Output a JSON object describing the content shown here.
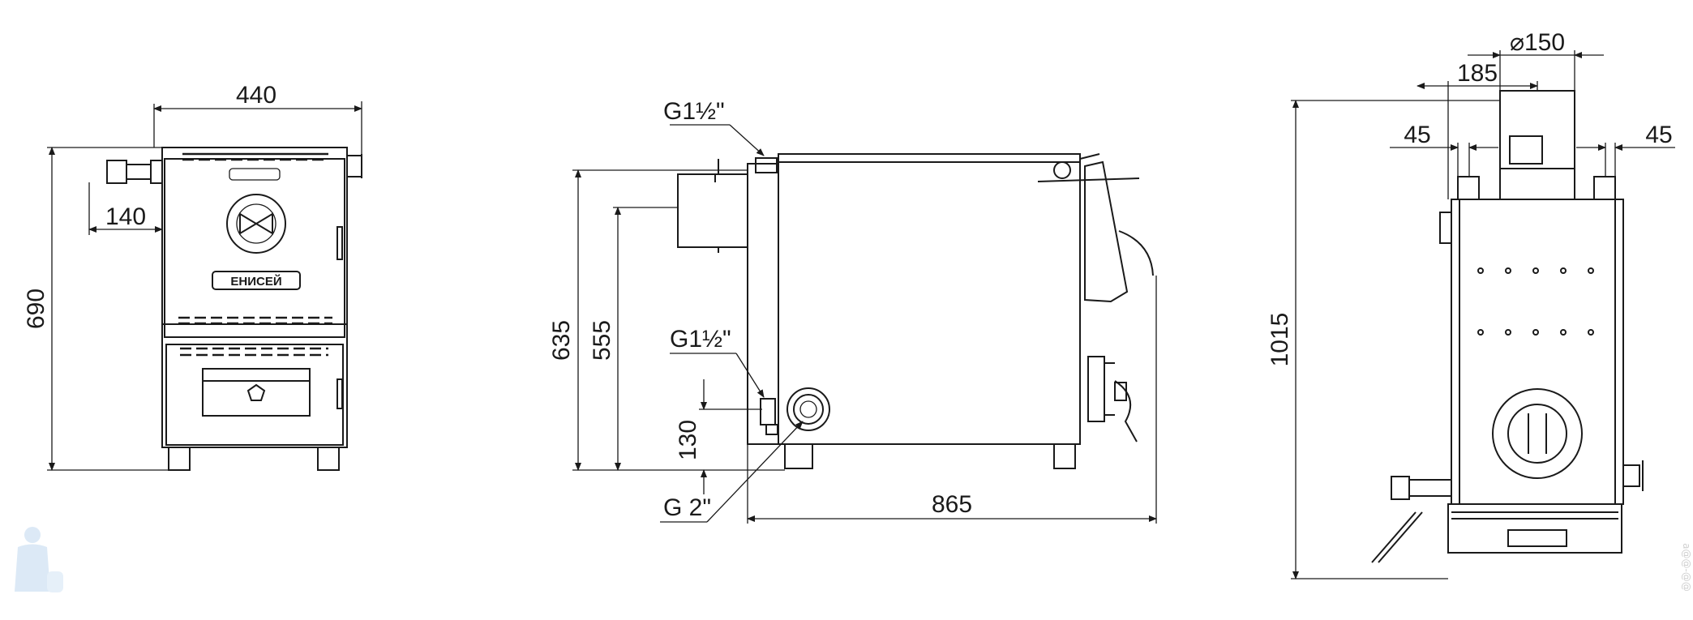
{
  "front_view": {
    "width": "440",
    "height": "690",
    "pipe_offset": "140",
    "brand_plate": "ЕНИСЕЙ"
  },
  "side_view": {
    "inlet_top": "G1½\"",
    "inlet_bottom": "G1½\"",
    "drain": "G 2\"",
    "height_635": "635",
    "height_555": "555",
    "height_130": "130",
    "length": "865"
  },
  "rear_view": {
    "chimney_diameter": "⌀150",
    "chimney_offset": "185",
    "left_margin": "45",
    "right_margin": "45",
    "total_height": "1015"
  },
  "watermark": "а@@-@@"
}
